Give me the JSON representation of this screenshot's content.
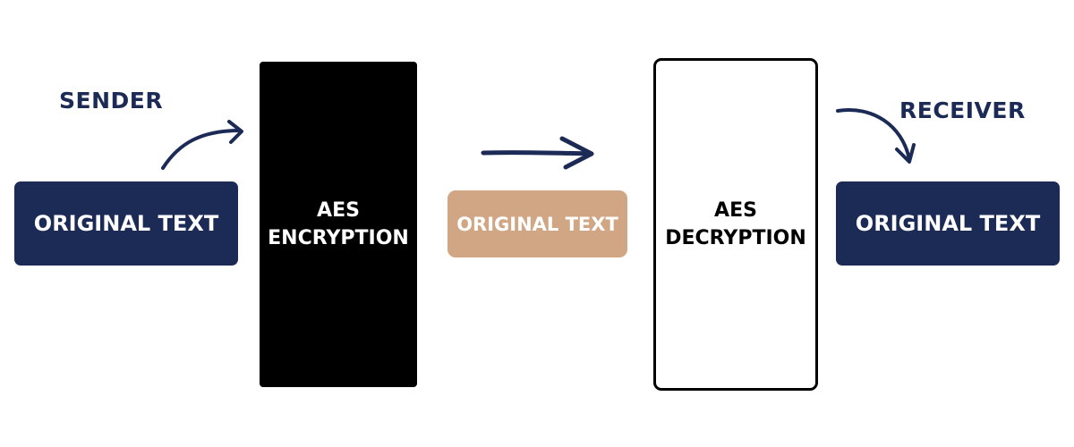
{
  "sender": {
    "label": "SENDER"
  },
  "receiver": {
    "label": "RECEIVER"
  },
  "input_box": {
    "text": "ORIGINAL TEXT"
  },
  "encryption_box": {
    "line1": "AES",
    "line2": "ENCRYPTION"
  },
  "transmitted_box": {
    "text": "ORIGINAL TEXT"
  },
  "decryption_box": {
    "line1": "AES",
    "line2": "DECRYPTION"
  },
  "output_box": {
    "text": "ORIGINAL TEXT"
  },
  "colors": {
    "navy": "#1c2b56",
    "tan": "#d1a684",
    "black": "#000000",
    "white": "#ffffff"
  }
}
